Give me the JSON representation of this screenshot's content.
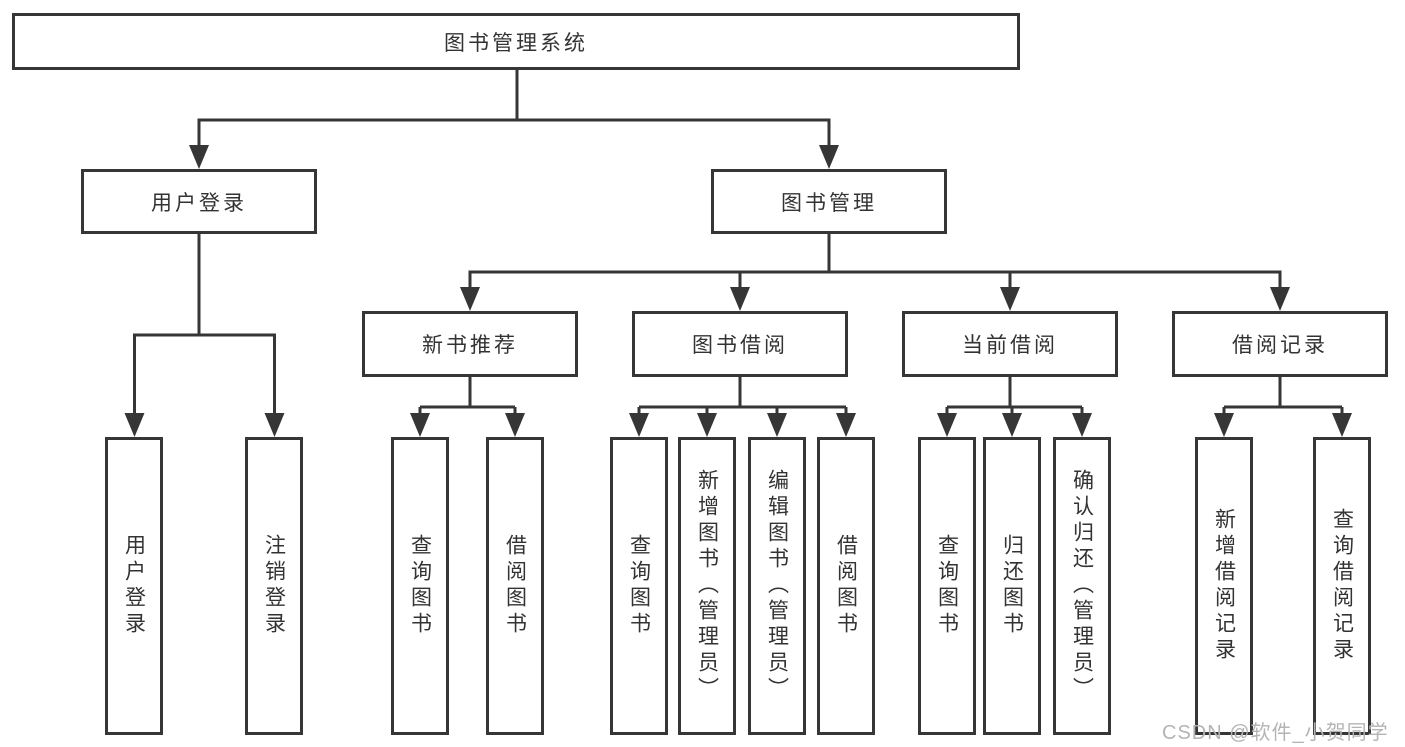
{
  "diagram": {
    "title_node": "图书管理系统",
    "nodes": {
      "root": "图书管理系统",
      "l2_user_login": "用户登录",
      "l2_book_mgmt": "图书管理",
      "l3_new_book": "新书推荐",
      "l3_book_borrow": "图书借阅",
      "l3_current_borrow": "当前借阅",
      "l3_borrow_records": "借阅记录",
      "leaf_user_login": "用户登录",
      "leaf_logout": "注销登录",
      "leaf_nb_query": "查询图书",
      "leaf_nb_borrow": "借阅图书",
      "leaf_bb_query": "查询图书",
      "leaf_bb_add": "新增图书（管理员）",
      "leaf_bb_edit": "编辑图书（管理员）",
      "leaf_bb_borrow": "借阅图书",
      "leaf_cb_query": "查询图书",
      "leaf_cb_return": "归还图书",
      "leaf_cb_confirm": "确认归还（管理员）",
      "leaf_br_add": "新增借阅记录",
      "leaf_br_query": "查询借阅记录"
    },
    "hierarchy": [
      {
        "parent": "图书管理系统",
        "children": [
          "用户登录",
          "图书管理"
        ]
      },
      {
        "parent": "用户登录",
        "children": [
          "用户登录",
          "注销登录"
        ]
      },
      {
        "parent": "图书管理",
        "children": [
          "新书推荐",
          "图书借阅",
          "当前借阅",
          "借阅记录"
        ]
      },
      {
        "parent": "新书推荐",
        "children": [
          "查询图书",
          "借阅图书"
        ]
      },
      {
        "parent": "图书借阅",
        "children": [
          "查询图书",
          "新增图书（管理员）",
          "编辑图书（管理员）",
          "借阅图书"
        ]
      },
      {
        "parent": "当前借阅",
        "children": [
          "查询图书",
          "归还图书",
          "确认归还（管理员）"
        ]
      },
      {
        "parent": "借阅记录",
        "children": [
          "新增借阅记录",
          "查询借阅记录"
        ]
      }
    ],
    "colors": {
      "line": "#363636",
      "text": "#333333",
      "background": "#ffffff",
      "watermark_text": "#b4b4b4"
    },
    "watermark": "CSDN @软件_小贺同学"
  }
}
